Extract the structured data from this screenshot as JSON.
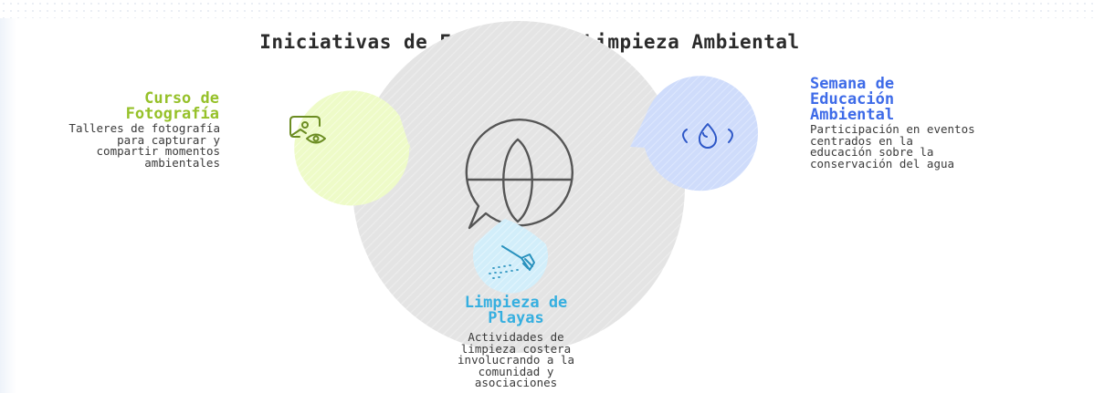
{
  "title": "Iniciativas de Educación y Limpieza Ambiental",
  "colors": {
    "green": "#a4d430",
    "blue": "#3e6be8",
    "cyan": "#36afe0",
    "center": "#e2e2e2"
  },
  "items": {
    "photo": {
      "title_line1": "Curso de",
      "title_line2": "Fotografía",
      "desc_line1": "Talleres de fotografía",
      "desc_line2": "para capturar y",
      "desc_line3": "compartir momentos",
      "desc_line4": "ambientales",
      "icon": "photo-eye-icon"
    },
    "week": {
      "title_line1": "Semana de",
      "title_line2": "Educación",
      "title_line3": "Ambiental",
      "desc_line1": "Participación en eventos",
      "desc_line2": "centrados en la",
      "desc_line3": "educación sobre la",
      "desc_line4": "conservación del agua",
      "icon": "water-drop-icon"
    },
    "beach": {
      "title_line1": "Limpieza de",
      "title_line2": "Playas",
      "desc_line1": "Actividades de",
      "desc_line2": "limpieza costera",
      "desc_line3": "involucrando a la",
      "desc_line4": "comunidad y",
      "desc_line5": "asociaciones",
      "icon": "rake-icon"
    },
    "center": {
      "icon": "globe-chat-icon"
    }
  }
}
